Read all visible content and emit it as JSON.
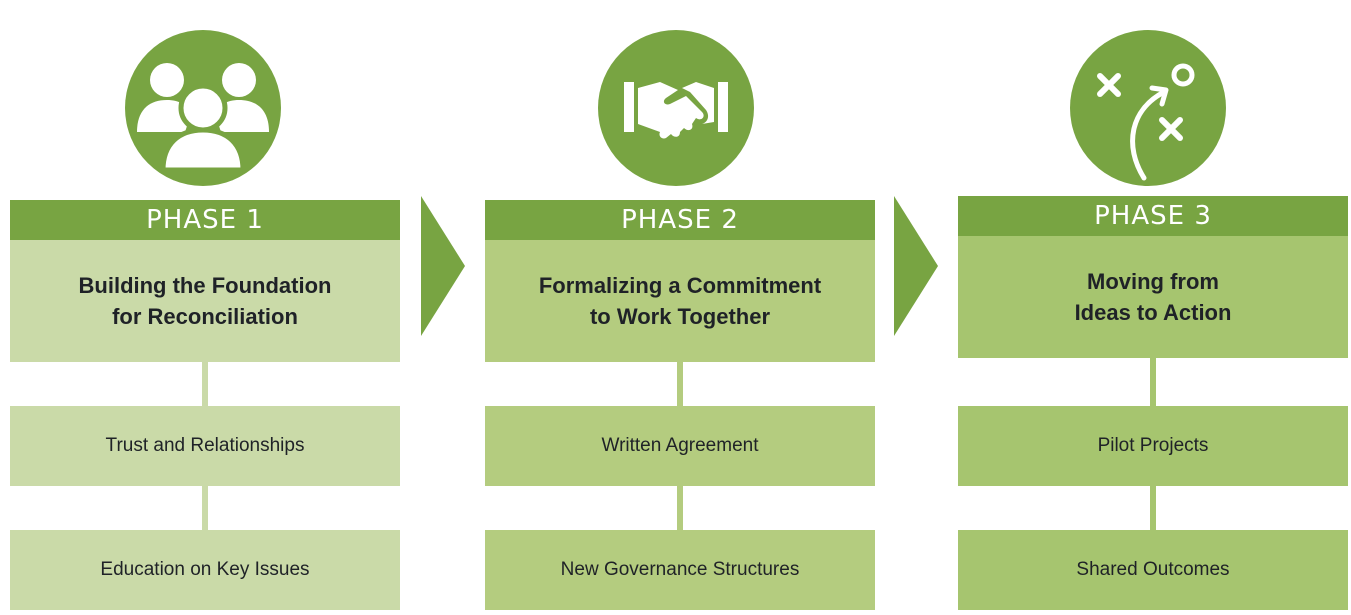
{
  "colors": {
    "accent": "#78a442",
    "phase1_light": "#cadaa8",
    "phase2_light": "#b4cc7f",
    "phase3_light": "#a6c56f",
    "text": "#1f2227"
  },
  "phases": [
    {
      "icon": "people-group-icon",
      "header": "PHASE 1",
      "title": "Building the Foundation\nfor Reconciliation",
      "items": [
        "Trust and Relationships",
        "Education on Key Issues"
      ]
    },
    {
      "icon": "handshake-icon",
      "header": "PHASE 2",
      "title": "Formalizing a Commitment\nto Work Together",
      "items": [
        "Written Agreement",
        "New Governance Structures"
      ]
    },
    {
      "icon": "strategy-play-icon",
      "header": "PHASE 3",
      "title": "Moving from\nIdeas to Action",
      "items": [
        "Pilot Projects",
        "Shared Outcomes"
      ]
    }
  ]
}
